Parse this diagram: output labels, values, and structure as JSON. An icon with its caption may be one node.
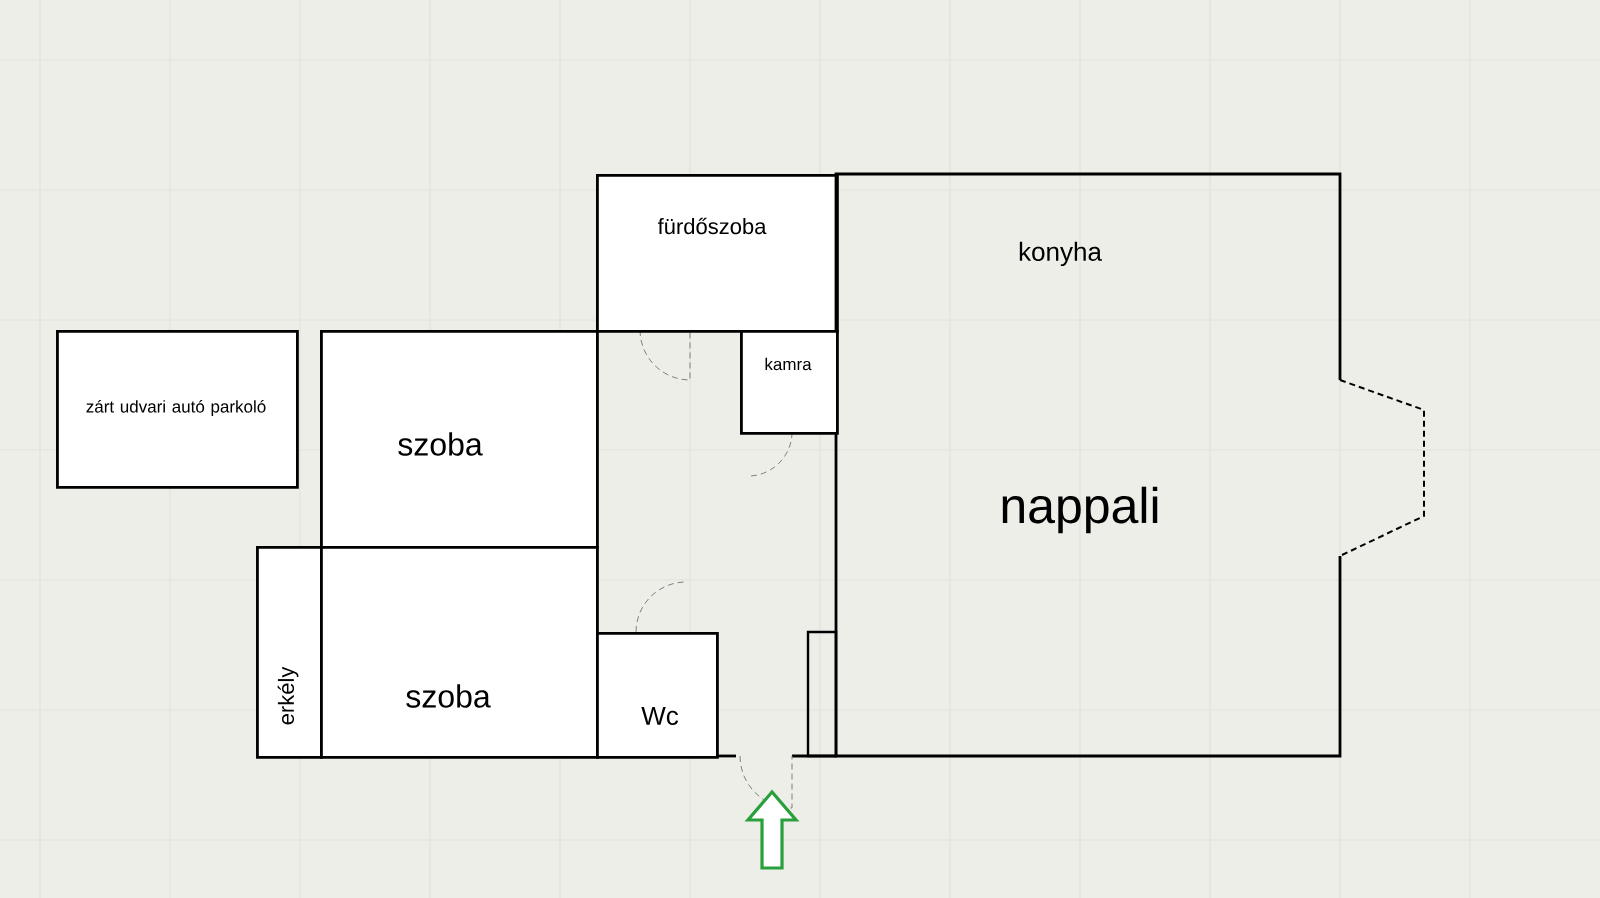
{
  "diagram": {
    "nodes": [
      {
        "text": [
          "zárt udvari autó parkoló"
        ]
      },
      {
        "text": [
          "fürdőszoba"
        ]
      },
      {
        "text": [
          "konyha",
          "nappali"
        ]
      },
      {
        "text": [
          "kamra"
        ]
      },
      {
        "text": [
          "szoba"
        ]
      },
      {
        "text": [
          "erkély"
        ]
      },
      {
        "text": [
          "szoba"
        ]
      },
      {
        "text": [
          "Wc"
        ]
      }
    ]
  }
}
